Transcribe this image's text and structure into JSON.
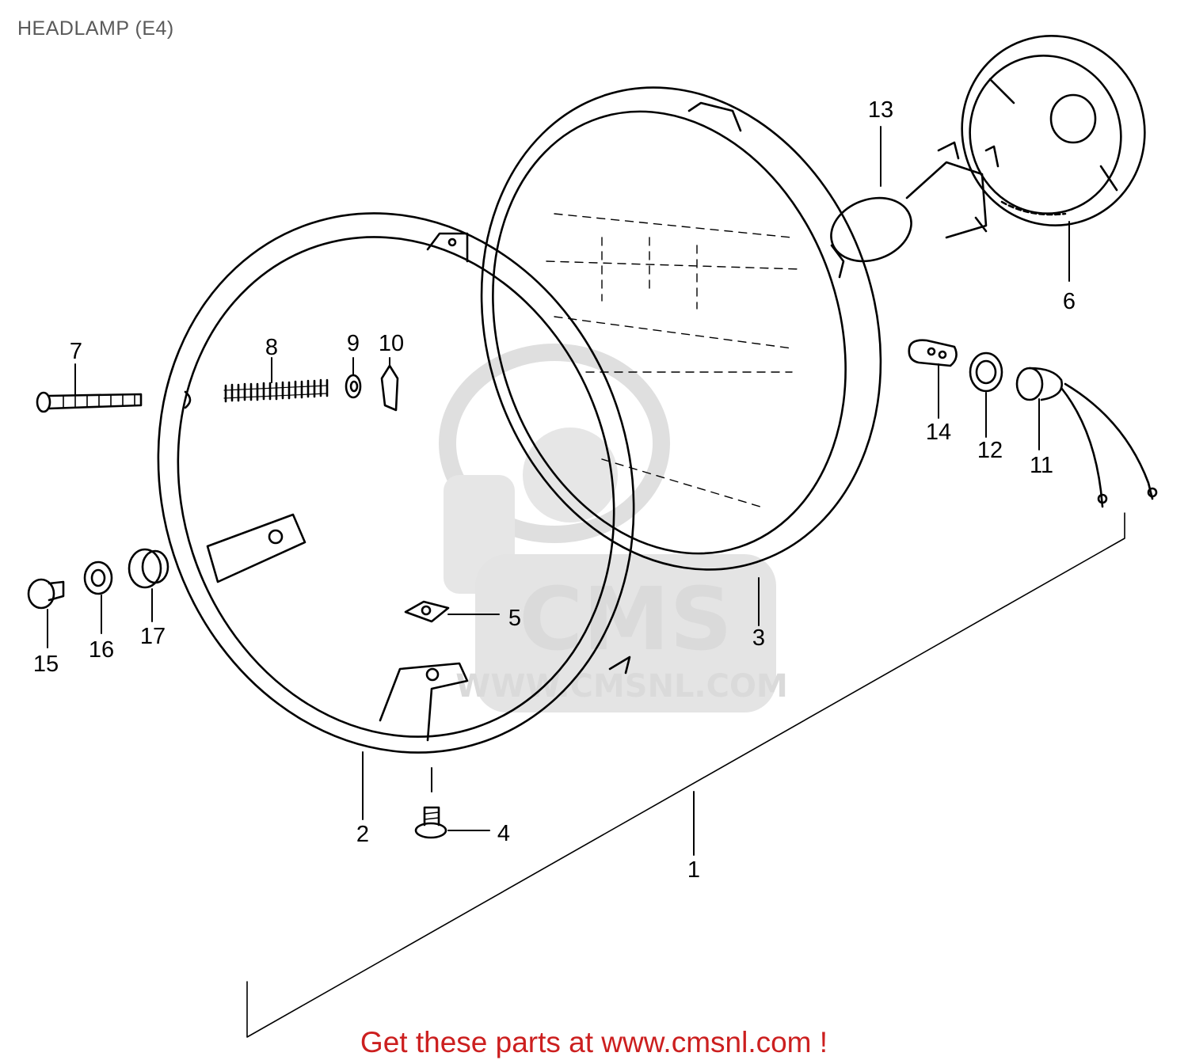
{
  "title": "HEADLAMP (E4)",
  "footer": "Get these parts at www.cmsnl.com !",
  "watermark": {
    "brand": "CMS",
    "url": "WWW.CMSNL.COM",
    "color": "#d7d7d7"
  },
  "callouts": [
    "1",
    "2",
    "3",
    "4",
    "5",
    "6",
    "7",
    "8",
    "9",
    "10",
    "11",
    "12",
    "13",
    "14",
    "15",
    "16",
    "17"
  ],
  "colors": {
    "line": "#000000",
    "title": "#5a5a5a",
    "footer": "#cc1f1f"
  }
}
